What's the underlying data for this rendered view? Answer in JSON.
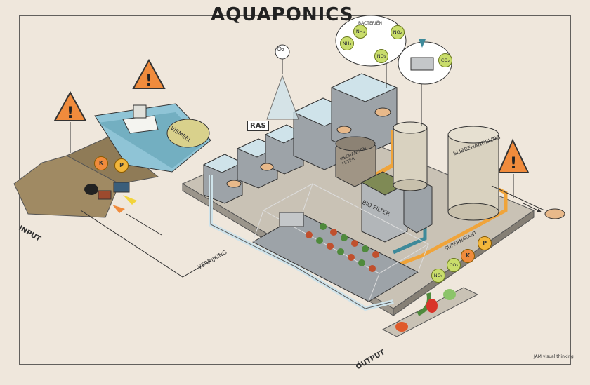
{
  "title": "AQUAPONICS",
  "labels": {
    "input": "INPUT",
    "output": "OUTPUT",
    "verrijking": "VERRIJKING",
    "ras": "RAS",
    "o2": "O₂",
    "bacterien": "BACTERIËN",
    "vismeel": "VISMEEL",
    "bio_filter": "BIO FILTER",
    "mechanisch_filter": "MECHANISCH FILTER",
    "slibbehandeling": "SLIBBEHANDELING",
    "supernatant": "SUPERNATANT",
    "credit": "JAM visual thinking"
  },
  "chemicals": {
    "nh3": "NH₃",
    "nh4": "NH₄",
    "no2": "NO₂",
    "no3": "NO₃",
    "co2": "CO₂"
  },
  "nutrients": {
    "k": "K",
    "p": "P"
  },
  "colors": {
    "background": "#efe7dc",
    "warning": "#f08b3c",
    "nutrient_p": "#f2b63b",
    "nitrogen": "#c9dd6b",
    "water": "#8fc4d6",
    "tank": "#9da3a8",
    "pipe_orange": "#f0a43a",
    "pipe_teal": "#3e8a9a",
    "pipe_blue": "#cfe3ea"
  }
}
